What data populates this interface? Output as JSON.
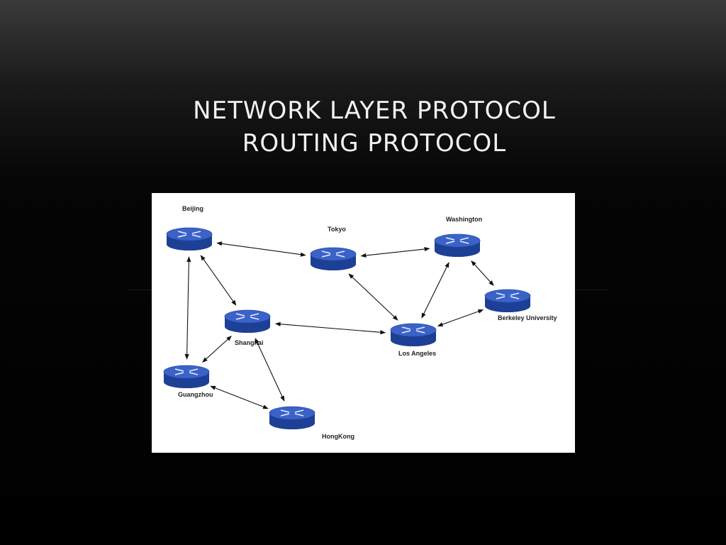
{
  "slide": {
    "title_line1": "NETWORK LAYER PROTOCOL",
    "title_line2": "ROUTING PROTOCOL"
  },
  "colors": {
    "router_top": "#3b63c7",
    "router_side": "#1d3f95",
    "router_mark": "#e6ecff",
    "link": "#111111",
    "label": "#222222"
  },
  "network": {
    "nodes": [
      {
        "id": "beijing",
        "label": "Beijing",
        "icon": "router-icon"
      },
      {
        "id": "tokyo",
        "label": "Tokyo",
        "icon": "router-icon"
      },
      {
        "id": "washington",
        "label": "Washington",
        "icon": "router-icon"
      },
      {
        "id": "berkeley",
        "label": "Berkeley University",
        "icon": "router-icon"
      },
      {
        "id": "shanghai",
        "label": "Shanghai",
        "icon": "router-icon"
      },
      {
        "id": "los_angeles",
        "label": "Los Angeles",
        "icon": "router-icon"
      },
      {
        "id": "guangzhou",
        "label": "Guangzhou",
        "icon": "router-icon"
      },
      {
        "id": "hongkong",
        "label": "HongKong",
        "icon": "router-icon"
      }
    ],
    "links": [
      {
        "from": "beijing",
        "to": "tokyo"
      },
      {
        "from": "beijing",
        "to": "shanghai"
      },
      {
        "from": "beijing",
        "to": "guangzhou"
      },
      {
        "from": "tokyo",
        "to": "washington"
      },
      {
        "from": "tokyo",
        "to": "los_angeles"
      },
      {
        "from": "washington",
        "to": "los_angeles"
      },
      {
        "from": "washington",
        "to": "berkeley"
      },
      {
        "from": "berkeley",
        "to": "los_angeles"
      },
      {
        "from": "shanghai",
        "to": "los_angeles"
      },
      {
        "from": "shanghai",
        "to": "guangzhou"
      },
      {
        "from": "shanghai",
        "to": "hongkong"
      },
      {
        "from": "guangzhou",
        "to": "hongkong"
      }
    ]
  }
}
